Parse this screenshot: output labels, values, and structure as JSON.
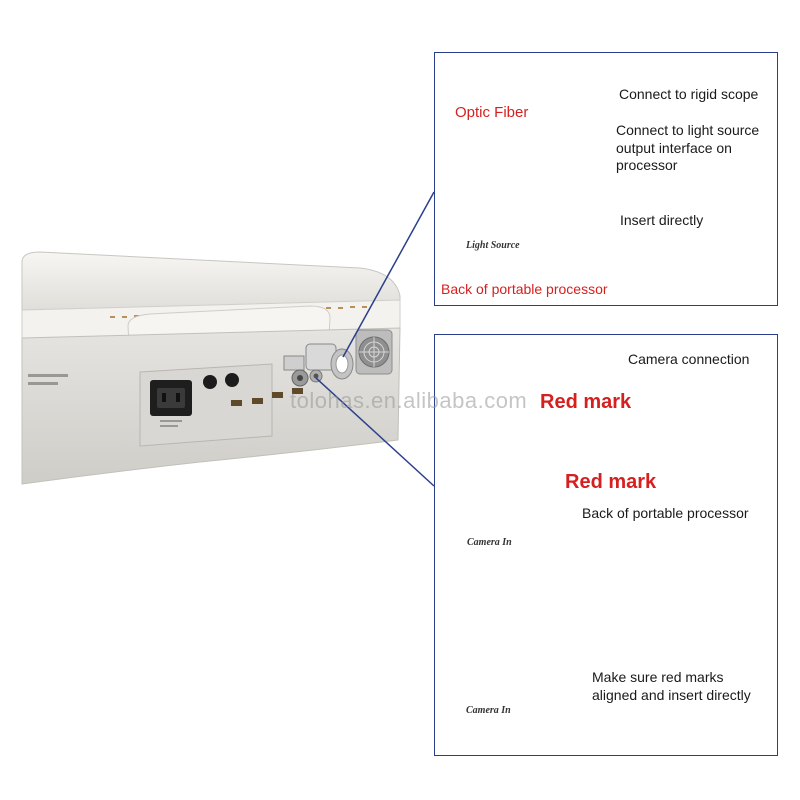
{
  "watermark": "tolohas.en.alibaba.com",
  "top_panel": {
    "fiber_label": "Optic Fiber",
    "callout_scope": "Connect to rigid scope",
    "callout_source_line1": "Connect to light source",
    "callout_source_line2": "output interface on",
    "callout_source_line3": "processor",
    "port_stamp": "Light Source",
    "callout_insert": "Insert directly",
    "caption": "Back of portable processor"
  },
  "bottom_panel": {
    "callout_camera": "Camera connection",
    "red_mark_1": "Red mark",
    "red_mark_2": "Red mark",
    "port_stamp_1": "Camera In",
    "callout_back": "Back of portable processor",
    "port_stamp_2": "Camera In",
    "callout_align_line1": "Make sure red marks",
    "callout_align_line2": "aligned and insert directly"
  },
  "colors": {
    "frame": "#2b3f8c",
    "accent_red": "#d61f1f",
    "device_body": "#eceae6"
  }
}
